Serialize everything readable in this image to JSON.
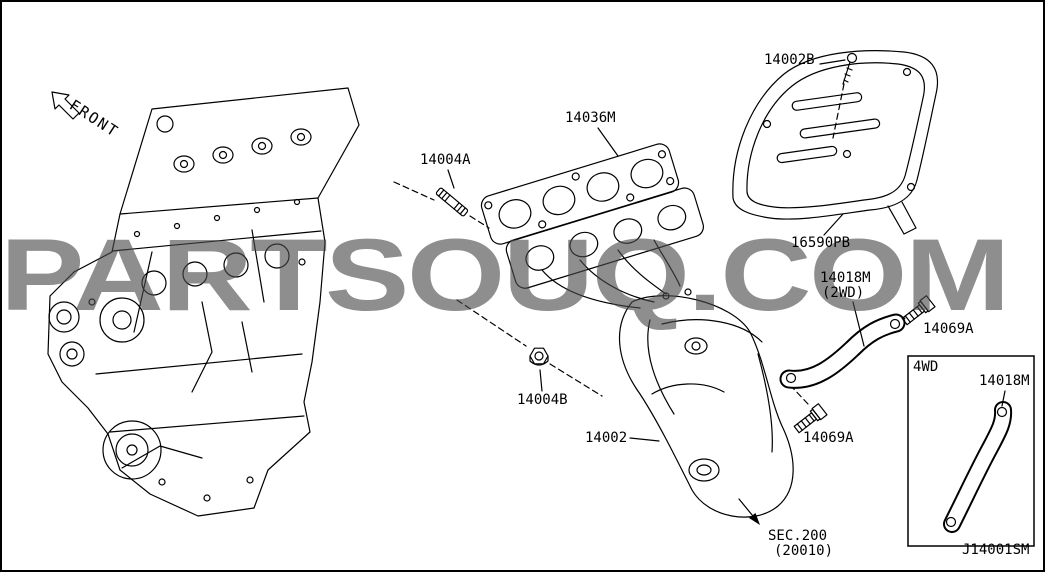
{
  "watermark": "PARTSOUQ.COM",
  "front_label": "FRONT",
  "diagram_code": "J14001SM",
  "section_ref": {
    "line1": "SEC.200",
    "line2": "(20010)"
  },
  "inset_4wd": {
    "title": "4WD",
    "part_label": "14018M"
  },
  "callouts": {
    "bolt_14002B": "14002B",
    "gasket_14036M": "14036M",
    "stud_14004A": "14004A",
    "cover_16590PB": "16590PB",
    "bracket_14018M": "14018M",
    "bracket_14018M_note": "(2WD)",
    "bolt_14069A_upper": "14069A",
    "nut_14004B": "14004B",
    "manifold_14002": "14002",
    "bolt_14069A_lower": "14069A"
  }
}
